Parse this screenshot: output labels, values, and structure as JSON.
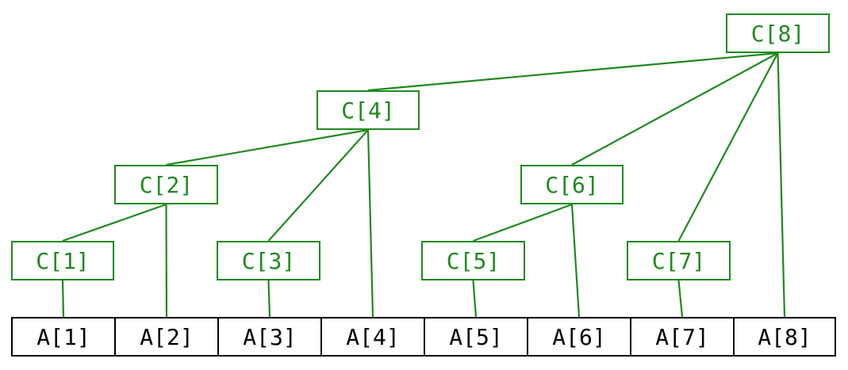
{
  "array_a": [
    "A[1]",
    "A[2]",
    "A[3]",
    "A[4]",
    "A[5]",
    "A[6]",
    "A[7]",
    "A[8]"
  ],
  "tree_c": {
    "c1": "C[1]",
    "c2": "C[2]",
    "c3": "C[3]",
    "c4": "C[4]",
    "c5": "C[5]",
    "c6": "C[6]",
    "c7": "C[7]",
    "c8": "C[8]"
  },
  "edges": [
    [
      "c1",
      "a1"
    ],
    [
      "c3",
      "a3"
    ],
    [
      "c5",
      "a5"
    ],
    [
      "c7",
      "a7"
    ],
    [
      "c2",
      "c1"
    ],
    [
      "c2",
      "a2"
    ],
    [
      "c6",
      "c5"
    ],
    [
      "c6",
      "a6"
    ],
    [
      "c4",
      "c2"
    ],
    [
      "c4",
      "c3"
    ],
    [
      "c4",
      "a4"
    ],
    [
      "c8",
      "c4"
    ],
    [
      "c8",
      "c6"
    ],
    [
      "c8",
      "c7"
    ],
    [
      "c8",
      "a8"
    ]
  ],
  "colors": {
    "tree": "#1f8a1f",
    "array": "#000000",
    "background": "#ffffff"
  }
}
